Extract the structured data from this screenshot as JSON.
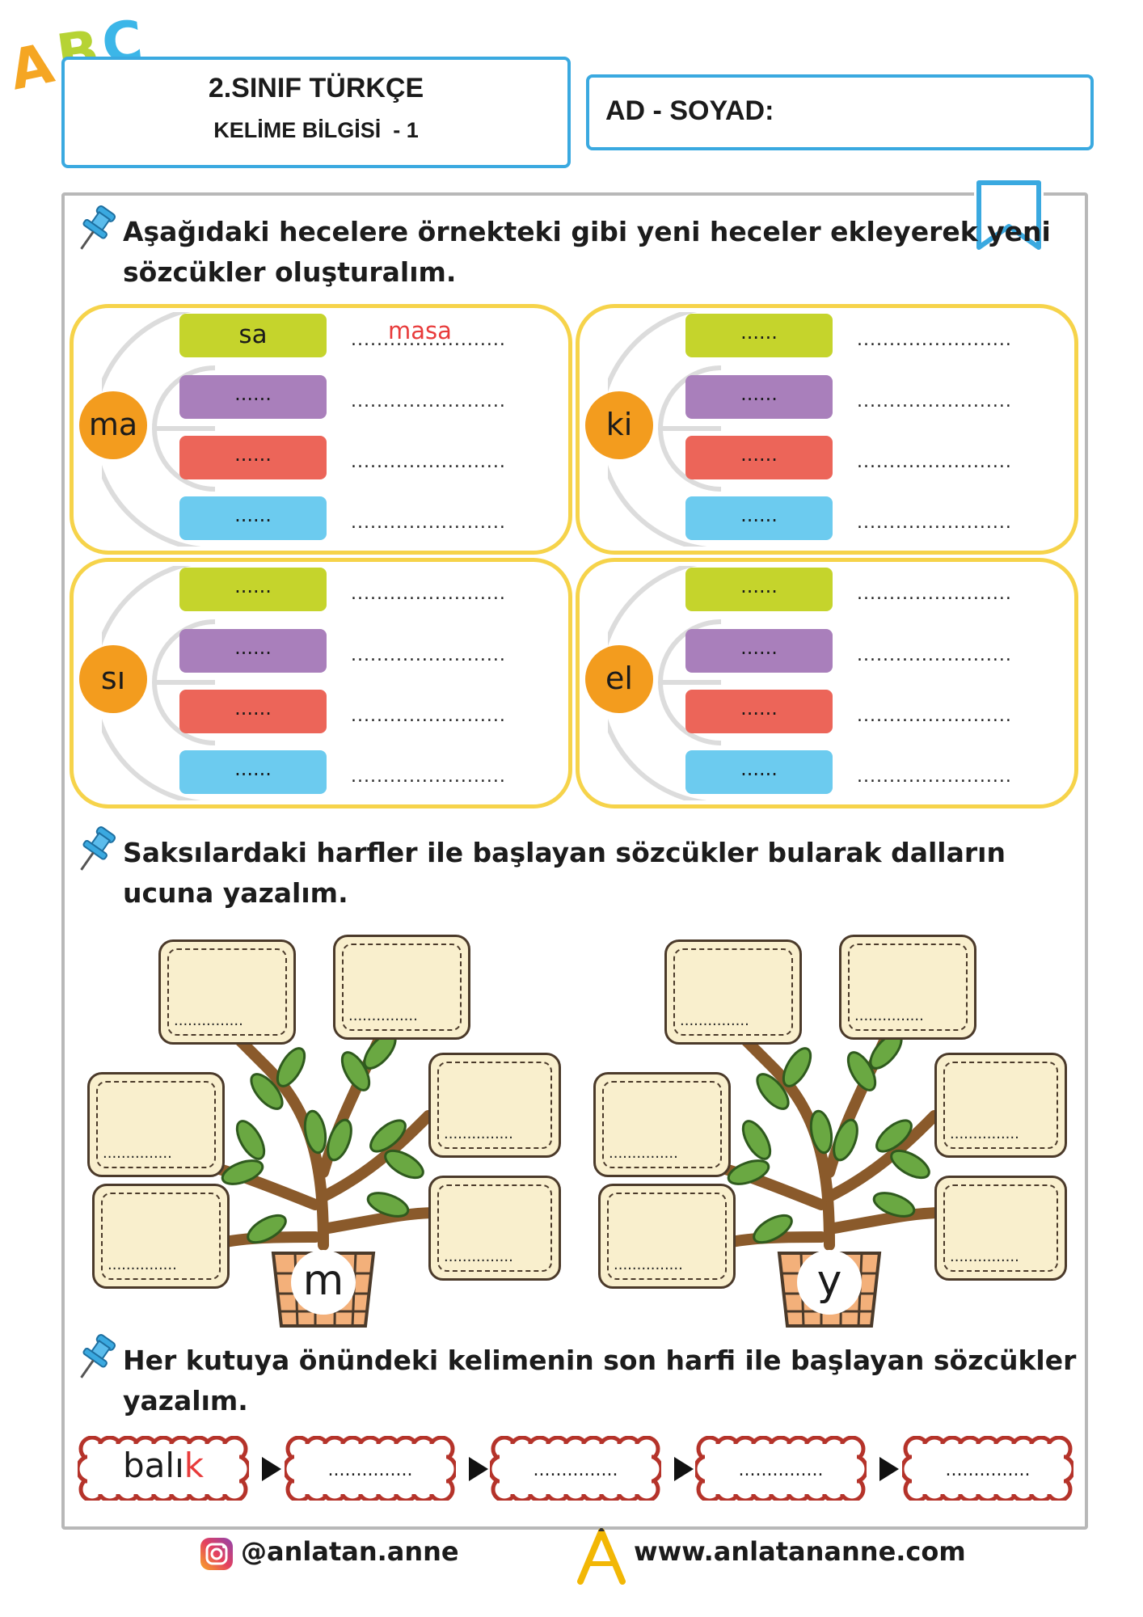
{
  "header": {
    "logo_letters": [
      "A",
      "B",
      "C"
    ],
    "title": "2.SINIF TÜRKÇE",
    "subtitle": "KELİME BİLGİSİ  - 1",
    "name_label": "AD - SOYAD:"
  },
  "section1": {
    "instruction_line1": "Aşağıdaki hecelere örnekteki gibi yeni heceler ekleyerek yeni",
    "instruction_line2": "sözcükler oluşturalım.",
    "panels": [
      {
        "syllable": "ma",
        "rows": [
          {
            "pill": "sa",
            "answer": "........................",
            "example": "masa"
          },
          {
            "pill": "......",
            "answer": "........................"
          },
          {
            "pill": "......",
            "answer": "........................"
          },
          {
            "pill": "......",
            "answer": "........................"
          }
        ]
      },
      {
        "syllable": "ki",
        "rows": [
          {
            "pill": "......",
            "answer": "........................"
          },
          {
            "pill": "......",
            "answer": "........................"
          },
          {
            "pill": "......",
            "answer": "........................"
          },
          {
            "pill": "......",
            "answer": "........................"
          }
        ]
      },
      {
        "syllable": "sı",
        "rows": [
          {
            "pill": "......",
            "answer": "........................"
          },
          {
            "pill": "......",
            "answer": "........................"
          },
          {
            "pill": "......",
            "answer": "........................"
          },
          {
            "pill": "......",
            "answer": "........................"
          }
        ]
      },
      {
        "syllable": "el",
        "rows": [
          {
            "pill": "......",
            "answer": "........................"
          },
          {
            "pill": "......",
            "answer": "........................"
          },
          {
            "pill": "......",
            "answer": "........................"
          },
          {
            "pill": "......",
            "answer": "........................"
          }
        ]
      }
    ],
    "pill_colors": [
      "#c5d42c",
      "#a97fbb",
      "#ec6559",
      "#6ccbef"
    ],
    "syllable_color": "#f39c1e",
    "panel_border_color": "#f6d34a"
  },
  "section2": {
    "instruction_line1": "Saksılardaki harfler ile başlayan sözcükler bularak dalların",
    "instruction_line2": "ucuna yazalım.",
    "trees": [
      {
        "letter": "m",
        "cards": [
          "...............",
          "...............",
          "...............",
          "...............",
          "...............",
          "..............."
        ]
      },
      {
        "letter": "y",
        "cards": [
          "...............",
          "...............",
          "...............",
          "...............",
          "...............",
          "..............."
        ]
      }
    ]
  },
  "section3": {
    "instruction_line1": "Her kutuya önündeki kelimenin son harfi ile başlayan sözcükler",
    "instruction_line2": "yazalım.",
    "first_word_start": "balı",
    "first_word_last": "k",
    "boxes": [
      "...............",
      "...............",
      "...............",
      "..............."
    ]
  },
  "footer": {
    "instagram": "@anlatan.anne",
    "website": "www.anlatananne.com"
  },
  "colors": {
    "header_border": "#3aa9e0",
    "accent_red": "#e83b3b",
    "frame": "#b8b8b8"
  }
}
